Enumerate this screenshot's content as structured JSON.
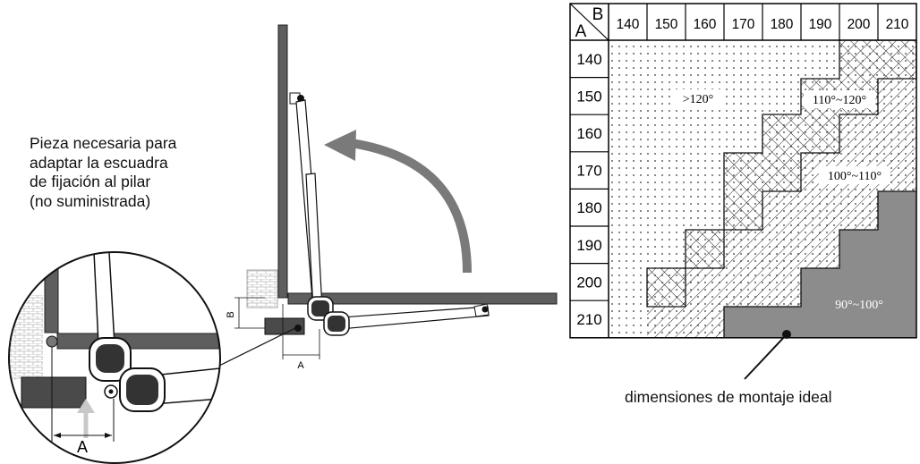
{
  "note_lines": [
    "Pieza necesaria para",
    "adaptar la escuadra",
    "de fijación al pilar",
    "(no suministrada)"
  ],
  "labels": {
    "dim_a": "A",
    "dim_b": "B",
    "zoom_dim_a": "A"
  },
  "table": {
    "corner_row": "A",
    "corner_col": "B",
    "b_values": [
      "140",
      "150",
      "160",
      "170",
      "180",
      "190",
      "200",
      "210"
    ],
    "a_values": [
      "140",
      "150",
      "160",
      "170",
      "180",
      "190",
      "200",
      "210"
    ],
    "zones": {
      "over_120": ">120°",
      "z110_120": "110°~120°",
      "z100_110": "100°~110°",
      "z90_100": "90°~100°"
    },
    "zone_colors": {
      "ideal": "#8c8c8c",
      "grid": "#000000"
    }
  },
  "caption": "dimensiones de montaje ideal"
}
